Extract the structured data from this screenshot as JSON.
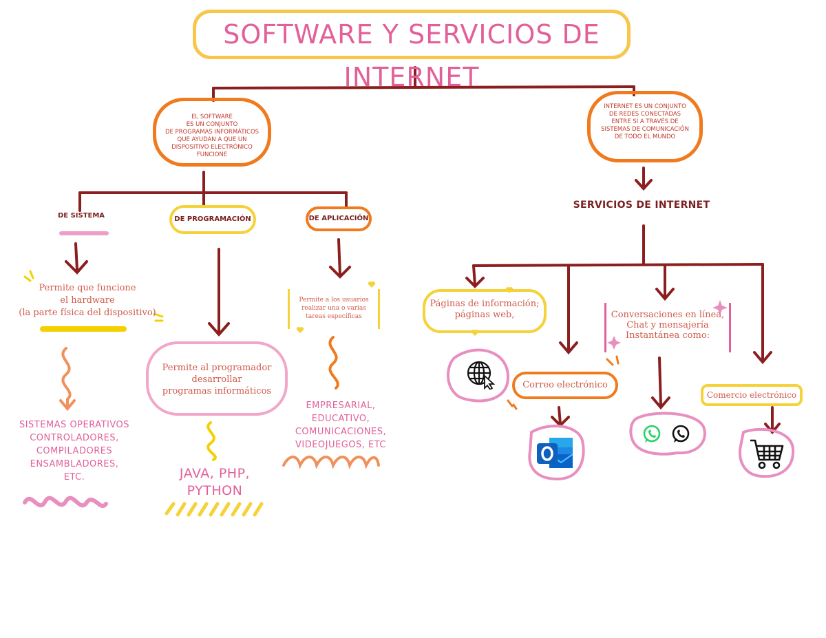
{
  "title": "SOFTWARE Y SERVICIOS DE INTERNET",
  "software": {
    "definition": [
      "EL SOFTWARE",
      "ES UN CONJUNTO",
      "DE PROGRAMAS INFORMÁTICOS",
      "QUE AYUDAN A QUE UN",
      "DISPOSITIVO ELECTRÓNICO FUNCIONE"
    ],
    "categories": {
      "sistema": {
        "label": "DE SISTEMA",
        "description": [
          "Permite que funcione",
          "el hardware",
          "(la parte física del dispositivo)"
        ],
        "examples": [
          "SISTEMAS OPERATIVOS",
          "CONTROLADORES,",
          "COMPILADORES",
          "ENSAMBLADORES,",
          "ETC."
        ]
      },
      "programacion": {
        "label": "DE PROGRAMACIÓN",
        "description": [
          "Permite al programador",
          "desarrollar",
          "programas informáticos"
        ],
        "examples": [
          "JAVA, PHP,",
          "PYTHON"
        ]
      },
      "aplicacion": {
        "label": "DE APLICACIÓN",
        "description": [
          "Permite a los usuarios",
          "realizar una o varias",
          "tareas específicas"
        ],
        "examples": [
          "EMPRESARIAL,",
          "EDUCATIVO,",
          "COMUNICACIONES,",
          "VIDEOJUEGOS, ETC"
        ]
      }
    }
  },
  "internet": {
    "definition": [
      "INTERNET ES UN CONJUNTO",
      "DE REDES CONECTADAS",
      "ENTRE SÍ A TRAVÉS DE",
      "SISTEMAS DE COMUNICACIÓN",
      "DE TODO EL MUNDO"
    ],
    "services_title": "SERVICIOS DE INTERNET",
    "services": {
      "paginas": [
        "Páginas de información;",
        "páginas web,"
      ],
      "correo": "Correo electrónico",
      "conversaciones": [
        "Conversaciones en línea,",
        "Chat y mensajería",
        "Instantánea como:"
      ],
      "comercio": "Comercio electrónico"
    },
    "icons": [
      "globe-cursor-icon",
      "outlook-icon",
      "whatsapp-icon",
      "whatsapp-icon",
      "shopping-cart-icon"
    ]
  },
  "colors": {
    "title": "#e2609a",
    "line": "#8b1e1e",
    "orange": "#f07a1d",
    "yellow": "#f5d23a",
    "pink": "#e88fc0"
  }
}
